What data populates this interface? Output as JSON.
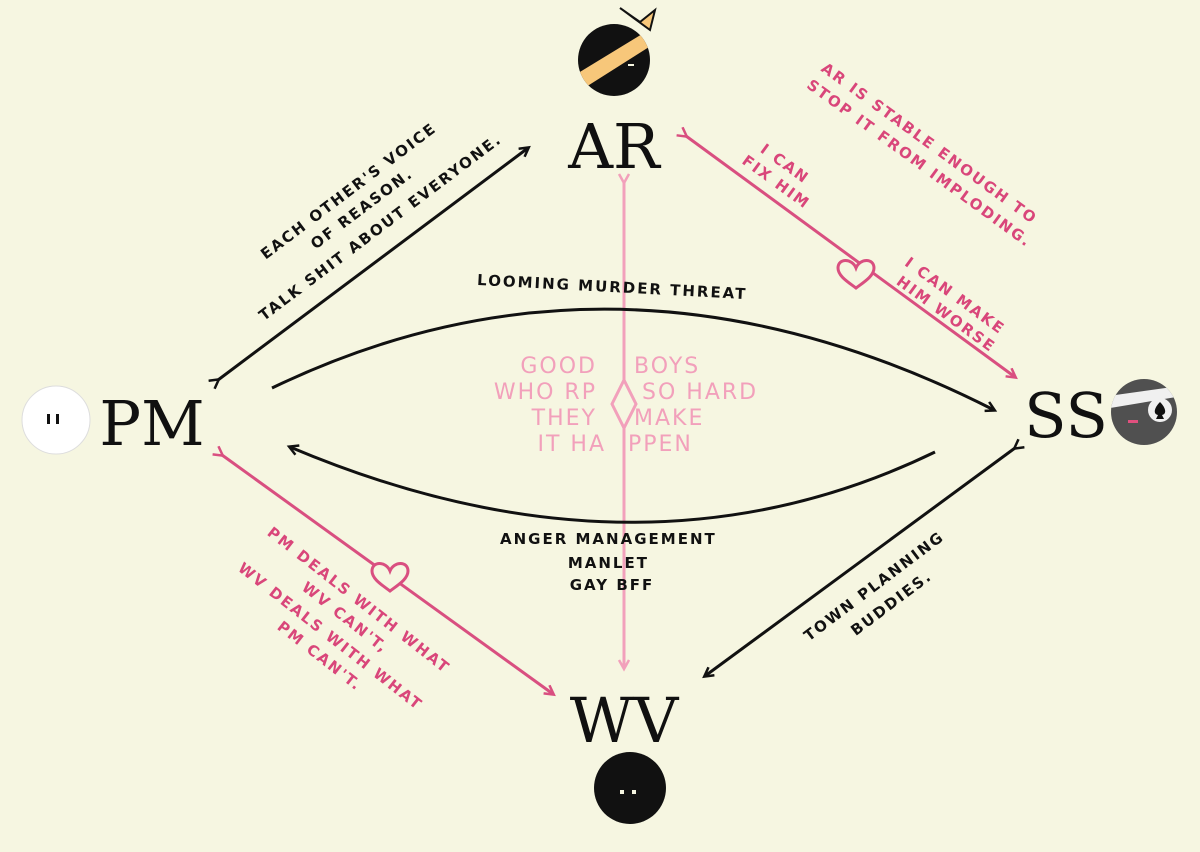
{
  "nodes": {
    "ar": {
      "label": "AR"
    },
    "pm": {
      "label": "PM"
    },
    "ss": {
      "label": "SS"
    },
    "wv": {
      "label": "WV"
    }
  },
  "edges": {
    "pm_ar": {
      "lines": [
        "EACH OTHER'S VOICE",
        "OF REASON.",
        "TALK SHIT ABOUT EVERYONE."
      ]
    },
    "ar_ss": {
      "lines": [
        "AR IS STABLE ENOUGH TO",
        "STOP IT FROM IMPLODING."
      ],
      "left": [
        "I CAN",
        "FIX HIM"
      ],
      "right": [
        "I CAN MAKE",
        "HIM WORSE"
      ]
    },
    "pm_ss_top": {
      "text": "LOOMING MURDER THREAT"
    },
    "pm_ss_bottom": {
      "lines": [
        "ANGER MANAGEMENT",
        "MANLET",
        "GAY BFF"
      ]
    },
    "center": {
      "left": [
        "GOOD",
        "WHO RP",
        "THEY",
        "IT HA"
      ],
      "right": [
        "BOYS",
        "SO HARD",
        "MAKE",
        "PPEN"
      ]
    },
    "pm_wv": {
      "lines": [
        "PM DEALS WITH WHAT",
        "WV CAN'T,",
        "WV DEALS WITH WHAT",
        "PM CAN'T."
      ]
    },
    "ss_wv": {
      "lines": [
        "TOWN PLANNING",
        "BUDDIES."
      ]
    }
  },
  "colors": {
    "background": "#f6f6e1",
    "black": "#111111",
    "pink": "#d94f80",
    "light_pink": "#f2a0bb",
    "ar_band": "#f7c77a"
  },
  "icons": [
    "ar-avatar-icon",
    "pm-avatar-icon",
    "ss-avatar-icon",
    "wv-avatar-icon",
    "heart-icon",
    "diamond-icon"
  ]
}
